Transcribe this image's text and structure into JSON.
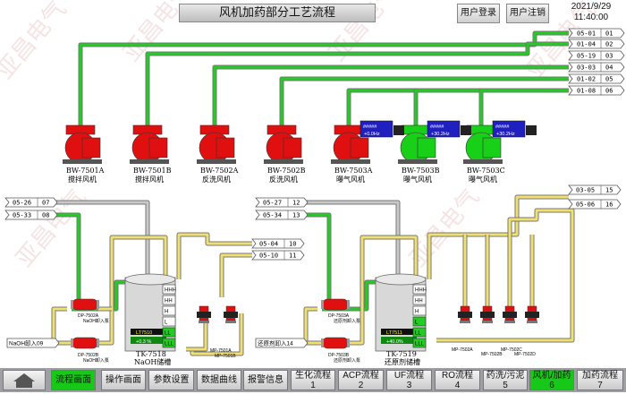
{
  "header": {
    "title": "风机加药部分工艺流程",
    "login": "用户登录",
    "logout": "用户注销",
    "date": "2021/9/29",
    "time": "11:40:00"
  },
  "watermark": [
    "亚昌电气",
    "亚昌电气",
    "亚昌电气",
    "亚昌电气",
    "亚昌电气",
    "亚昌电气"
  ],
  "right_tags": [
    {
      "id": "05-01",
      "n": "01"
    },
    {
      "id": "01-04",
      "n": "02"
    },
    {
      "id": "05-19",
      "n": "03"
    },
    {
      "id": "03-03",
      "n": "04"
    },
    {
      "id": "01-02",
      "n": "05"
    },
    {
      "id": "01-08",
      "n": "06"
    }
  ],
  "left_tags": [
    {
      "id": "05-26",
      "n": "07"
    },
    {
      "id": "05-33",
      "n": "08"
    },
    {
      "id": "05-04",
      "n": "10"
    },
    {
      "id": "05-10",
      "n": "11"
    },
    {
      "id": "05-27",
      "n": "12"
    },
    {
      "id": "05-34",
      "n": "13"
    },
    {
      "id": "03-05",
      "n": "15"
    },
    {
      "id": "05-06",
      "n": "16"
    }
  ],
  "blowers": [
    {
      "code": "BW-7501A",
      "name": "搅拌风机",
      "color": "#e01010"
    },
    {
      "code": "BW-7501B",
      "name": "搅拌风机",
      "color": "#e01010"
    },
    {
      "code": "BW-7502A",
      "name": "反洗风机",
      "color": "#e01010"
    },
    {
      "code": "BW-7502B",
      "name": "反洗风机",
      "color": "#e01010"
    },
    {
      "code": "BW-7503A",
      "name": "曝气风机",
      "color": "#e01010"
    },
    {
      "code": "BW-7503B",
      "name": "曝气风机",
      "color": "#18d018"
    },
    {
      "code": "BW-7503C",
      "name": "曝气风机",
      "color": "#18d018"
    }
  ],
  "blower_displays": [
    {
      "a": "#####",
      "b": "+0.0Hz"
    },
    {
      "a": "#####",
      "b": "+30.2Hz"
    },
    {
      "a": "#####",
      "b": "+30.2Hz"
    }
  ],
  "tanks": [
    {
      "code": "TK-7518",
      "name": "NaOH储槽",
      "lt": "LT7510",
      "val": "+0.3 %",
      "feed": "NaOH卸入09",
      "pa": "DP-7502A",
      "pa_name": "NaOH卸入泵",
      "pb": "DP-7502B",
      "pb_name": "NaOH卸入泵",
      "mp_a": "MP-7501A",
      "mp_b": "MP-7501B"
    },
    {
      "code": "TK-7519",
      "name": "还原剂储槽",
      "lt": "LT7511",
      "val": "+40.0%",
      "feed": "还原剂卸入14",
      "pa": "DP-7503A",
      "pa_name": "还原剂卸入泵",
      "pb": "DP-7503B",
      "pb_name": "还原剂卸入泵",
      "mp_a": "MP-7502A",
      "mp_b": "MP-7502B"
    }
  ],
  "levels": [
    "HHH",
    "HH",
    "H",
    "L",
    "LL",
    "LLL"
  ],
  "right_pumps": [
    "MP-7502A",
    "MP-7502B",
    "MP-7502C",
    "MP-7502D"
  ],
  "nav": [
    {
      "label": "流程画面",
      "active": true
    },
    {
      "label": "操作画面",
      "active": false
    },
    {
      "label": "参数设置",
      "active": false
    },
    {
      "label": "数据曲线",
      "active": false
    },
    {
      "label": "报警信息",
      "active": false
    },
    {
      "label": "生化流程\n1",
      "active": false
    },
    {
      "label": "ACP流程\n2",
      "active": false
    },
    {
      "label": "UF流程\n3",
      "active": false
    },
    {
      "label": "RO流程\n4",
      "active": false
    },
    {
      "label": "药洗/污泥\n5",
      "active": false
    },
    {
      "label": "风机/加药\n6",
      "active": true
    },
    {
      "label": "加药流程\n7",
      "active": false
    }
  ],
  "colors": {
    "pipe_green": "#22cc22",
    "pipe_yellow": "#f0e070",
    "pipe_gray": "#c8c8c8",
    "running": "#18d018",
    "stopped": "#e01010"
  }
}
